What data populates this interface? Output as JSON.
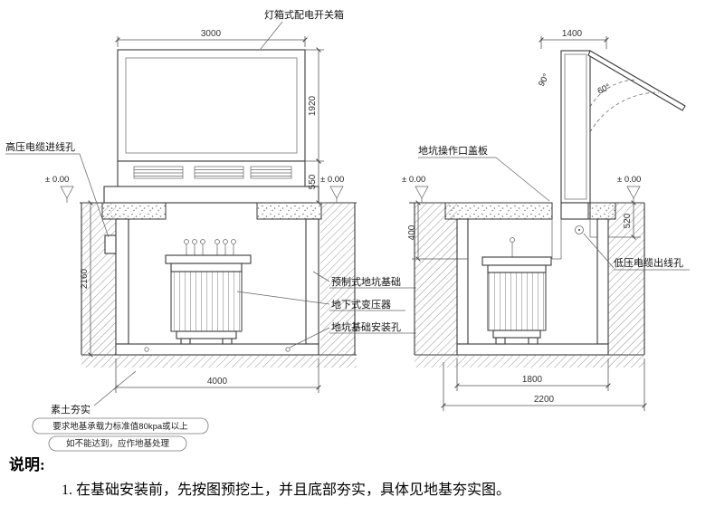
{
  "drawing": {
    "labels": {
      "switch_box": "灯箱式配电开关箱",
      "hv_inlet": "高压电缆进线孔",
      "pit_cover": "地坑操作口盖板",
      "lv_outlet": "低压电缆出线孔",
      "prefab_base": "预制式地坑基础",
      "transformer": "地下式变压器",
      "mount_hole": "地坑基础安装孔",
      "soil": "素土夯实",
      "bearing1": "要求地基承载力标准值80kpa或以上",
      "bearing2": "如不能达到，应作地基处理"
    },
    "dims": {
      "front_top_width": "3000",
      "box_height": "1920",
      "plinth_height": "550",
      "pit_depth": "2160",
      "pit_width": "4000",
      "side_top_width": "1400",
      "opening_depth": "400",
      "right_ledge_depth": "520",
      "side_pit_inner_width": "1800",
      "side_pit_outer_width": "2200",
      "ground_level": "± 0.00",
      "angle_open_90": "90°",
      "angle_open_60": "60°"
    },
    "notes": {
      "title": "说明:",
      "line1": "1. 在基础安装前，先按图预挖土，并且底部夯实，具体见地基夯实图。"
    }
  }
}
